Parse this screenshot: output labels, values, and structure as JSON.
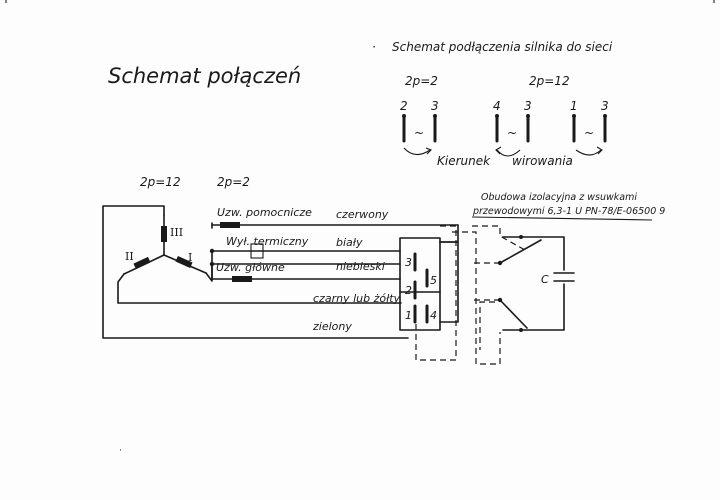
{
  "title": "Schemat połączeń",
  "connection_scheme": {
    "heading": "Schemat podłączenia silnika do sieci",
    "left_group": {
      "poles": "2p=2",
      "terminals": [
        "2",
        "3"
      ]
    },
    "right_group": {
      "poles": "2p=12",
      "terminals": [
        "4",
        "3",
        "1",
        "3"
      ]
    },
    "rotation_label_1": "Kierunek",
    "rotation_label_2": "wirowania",
    "tilde": "~"
  },
  "star": {
    "poles_left": "2p=12",
    "poles_right": "2p=2",
    "phases": [
      "III",
      "II",
      "I"
    ]
  },
  "windings": {
    "auxiliary": "Uzw. pomocnicze",
    "thermal": "Wył. termiczny",
    "main": "Uzw. główne"
  },
  "wires": [
    "czerwony",
    "biały",
    "niebieski",
    "czarny lub żółty",
    "zielony"
  ],
  "housing_note": [
    "Obudowa izolacyjna z wsuwkami",
    "przewodowymi 6,3-1 U PN-78/E-06500 9"
  ],
  "terminal_block": [
    "3",
    "5",
    "2",
    "1",
    "4"
  ],
  "capacitor": "C"
}
